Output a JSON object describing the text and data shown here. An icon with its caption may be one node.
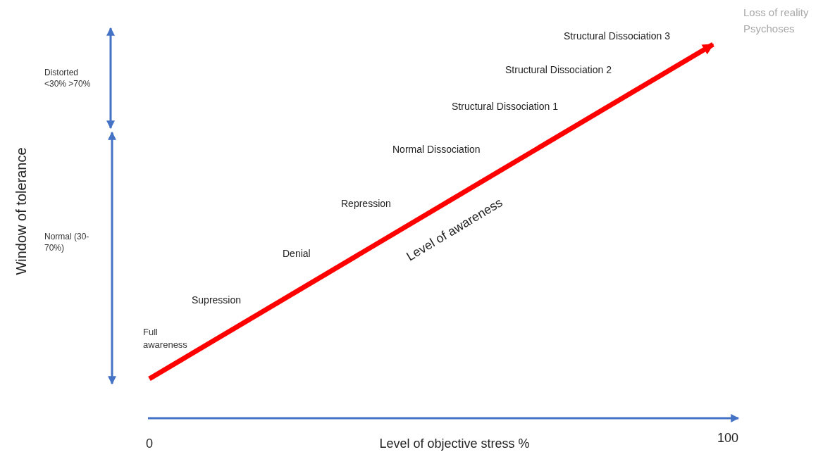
{
  "diagram": {
    "labels": [
      "Loss of reality",
      "Psychoses",
      "Structural Dissociation 3",
      "Distorted <30% >70%",
      "Structural Dissociation 2",
      "Structural Dissociation 1",
      "Normal Dissociation",
      "Window of tolerance",
      "Repression",
      "Level of awareness",
      "Normal (30-70%)",
      "Denial",
      "Supression",
      "Full awareness",
      "0",
      "Level of objective stress %",
      "100"
    ]
  }
}
